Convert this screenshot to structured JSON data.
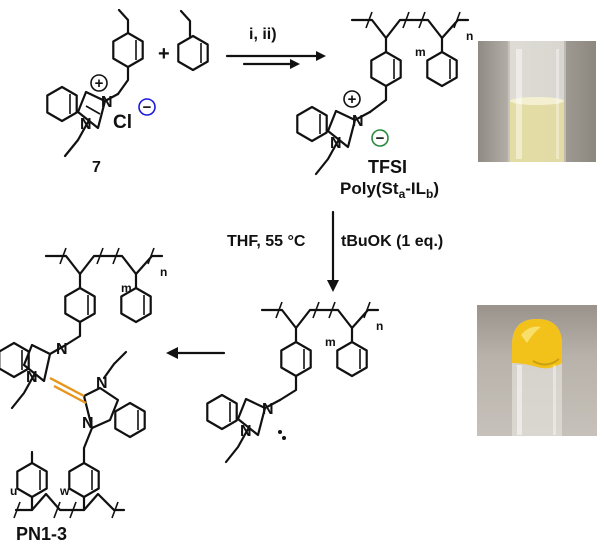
{
  "labels": {
    "reagents_top": "i, ii)",
    "compound_7": "7",
    "chloride": "Cl",
    "counterion": "TFSI",
    "polymer_prefix": "Poly(St",
    "polymer_sub_a": "a",
    "polymer_mid": "-IL",
    "polymer_sub_b": "b",
    "polymer_suffix": ")",
    "conditions_left": "THF, 55 °C",
    "conditions_right": "tBuOK (1 eq.)",
    "product": "PN1-3",
    "sub_m": "m",
    "sub_n": "n",
    "sub_u": "u",
    "sub_w": "w",
    "plus": "+",
    "charge_plus": "+",
    "charge_minus": "−"
  },
  "colors": {
    "chloride": "#1a1adc",
    "counterion": "#2a8a3c",
    "olefin": "#e8951c",
    "solution": "#e3dca0",
    "gel": "#f2c21a"
  }
}
